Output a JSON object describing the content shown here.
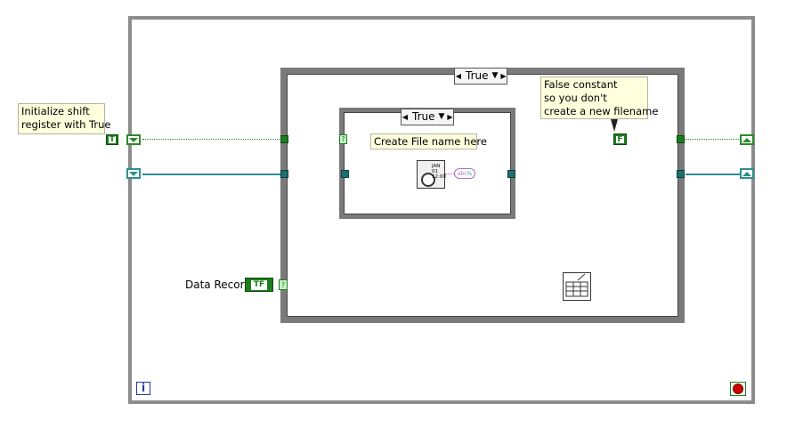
{
  "comments": {
    "init_shift": "Initialize shift\nregister with True",
    "false_const": "False constant\nso you don't\ncreate a new filename",
    "create_file": "Create File name here"
  },
  "outer_case": {
    "selector": "True"
  },
  "inner_case": {
    "selector": "True"
  },
  "constants": {
    "true_const": "T",
    "false_const": "F"
  },
  "terminals": {
    "data_record_label": "Data Record",
    "data_record_type": "TF"
  },
  "loop": {
    "iteration_label": "i"
  },
  "nodes": {
    "timestamp_text": "JAN\n01\n12:00",
    "format_string": "abc"
  },
  "colors": {
    "boolean_wire": "#2a8a2a",
    "path_wire": "#2d8f8f",
    "stop_red": "#d20000"
  }
}
